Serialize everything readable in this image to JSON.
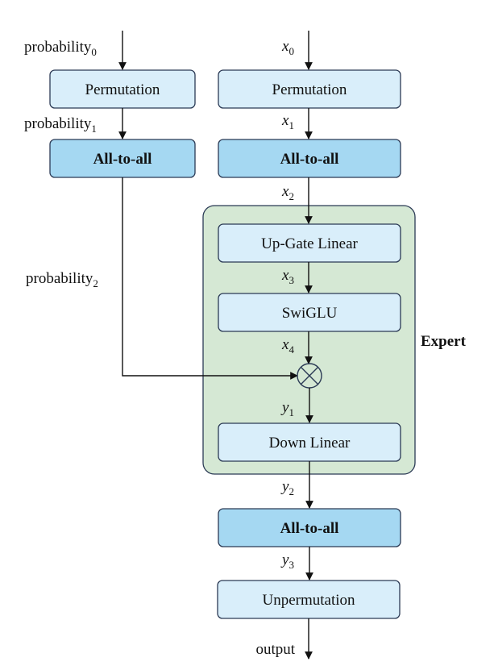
{
  "left_column": {
    "labels": {
      "p0": {
        "base": "probability",
        "sub": "0"
      },
      "p1": {
        "base": "probability",
        "sub": "1"
      },
      "p2": {
        "base": "probability",
        "sub": "2"
      }
    },
    "permutation": "Permutation",
    "all_to_all": "All-to-all"
  },
  "right_column": {
    "vars": {
      "x0": {
        "base": "x",
        "sub": "0"
      },
      "x1": {
        "base": "x",
        "sub": "1"
      },
      "x2": {
        "base": "x",
        "sub": "2"
      },
      "x3": {
        "base": "x",
        "sub": "3"
      },
      "x4": {
        "base": "x",
        "sub": "4"
      },
      "y1": {
        "base": "y",
        "sub": "1"
      },
      "y2": {
        "base": "y",
        "sub": "2"
      },
      "y3": {
        "base": "y",
        "sub": "3"
      }
    },
    "permutation": "Permutation",
    "all_to_all_1": "All-to-all",
    "up_gate_linear": "Up-Gate Linear",
    "swiglu": "SwiGLU",
    "down_linear": "Down Linear",
    "all_to_all_2": "All-to-all",
    "unpermutation": "Unpermutation",
    "output": "output"
  },
  "expert_label": "Expert",
  "multiply_symbol": "circle-times-icon"
}
